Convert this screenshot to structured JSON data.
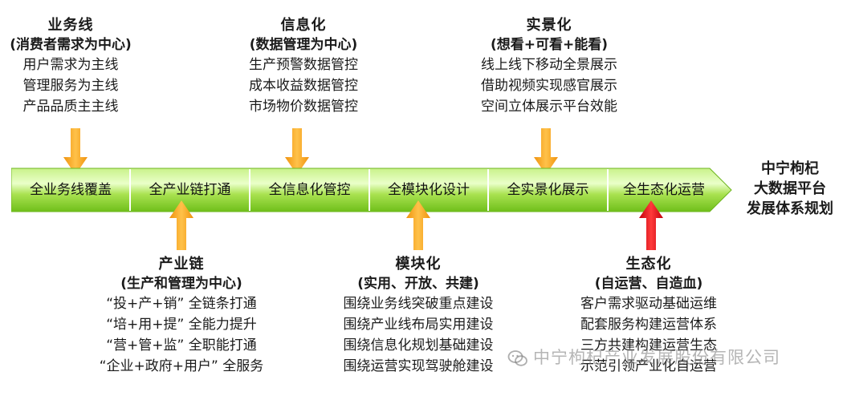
{
  "top_blocks": [
    {
      "title": "业务线",
      "subtitle": "(消费者需求为中心)",
      "items": [
        "用户需求为主线",
        "管理服务为主线",
        "产品品质主主线"
      ]
    },
    {
      "title": "信息化",
      "subtitle": "(数据管理为中心)",
      "items": [
        "生产预警数据管控",
        "成本收益数据管控",
        "市场物价数据管控"
      ]
    },
    {
      "title": "实景化",
      "subtitle": "(想看+可看+能看)",
      "items": [
        "线上线下移动全景展示",
        "借助视频实现感官展示",
        "空间立体展示平台效能"
      ]
    }
  ],
  "bottom_blocks": [
    {
      "title": "产业链",
      "subtitle": "(生产和管理为中心)",
      "items": [
        "“投+产+销” 全链条打通",
        "“培+用+提” 全能力提升",
        "“营+管+监” 全职能打通",
        "“企业+政府+用户” 全服务"
      ]
    },
    {
      "title": "模块化",
      "subtitle": "(实用、开放、共建)",
      "items": [
        "围绕业务线突破重点建设",
        "围绕产业线布局实用建设",
        "围绕信息化规划基础建设",
        "围绕运营实现驾驶舱建设"
      ]
    },
    {
      "title": "生态化",
      "subtitle": "(自运营、自造血)",
      "items": [
        "客户需求驱动基础运维",
        "配套服务构建运营体系",
        "三方共建构建运营生态",
        "示范引领产业化自运营"
      ]
    }
  ],
  "timeline": {
    "segments": [
      "全业务线覆盖",
      "全产业链打通",
      "全信息化管控",
      "全模块化设计",
      "全实景化展示",
      "全生态化运营"
    ]
  },
  "right_title": [
    "中宁枸杞",
    "大数据平台",
    "发展体系规划"
  ],
  "watermark": "中宁枸杞产业发展股份有限公司",
  "colors": {
    "timeline_green": "#7ed321",
    "timeline_light": "#d8f5a8",
    "arrow_orange": "#f7a51d",
    "arrow_red": "#e0101a"
  }
}
